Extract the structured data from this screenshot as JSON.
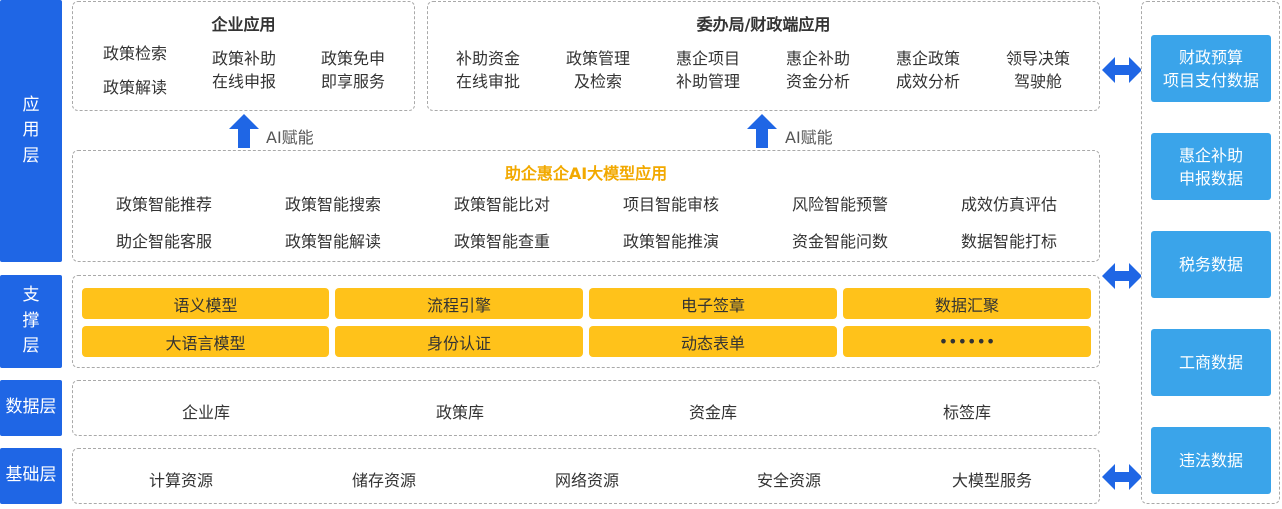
{
  "layers": {
    "app": "应用层",
    "support": "支撑层",
    "data": "数据层",
    "base": "基础层"
  },
  "enterprise": {
    "title": "企业应用",
    "items": [
      [
        "政策检索",
        "政策解读"
      ],
      [
        "政策补助",
        "在线申报"
      ],
      [
        "政策免申",
        "即享服务"
      ]
    ]
  },
  "bureau": {
    "title": "委办局/财政端应用",
    "items": [
      [
        "补助资金",
        "在线审批"
      ],
      [
        "政策管理",
        "及检索"
      ],
      [
        "惠企项目",
        "补助管理"
      ],
      [
        "惠企补助",
        "资金分析"
      ],
      [
        "惠企政策",
        "成效分析"
      ],
      [
        "领导决策",
        "驾驶舱"
      ]
    ]
  },
  "ai_enable_label": "AI赋能",
  "ai_app": {
    "title": "助企惠企AI大模型应用",
    "row1": [
      "政策智能推荐",
      "政策智能搜索",
      "政策智能比对",
      "项目智能审核",
      "风险智能预警",
      "成效仿真评估"
    ],
    "row2": [
      "助企智能客服",
      "政策智能解读",
      "政策智能查重",
      "政策智能推演",
      "资金智能问数",
      "数据智能打标"
    ]
  },
  "support": {
    "row1": [
      "语义模型",
      "流程引擎",
      "电子签章",
      "数据汇聚"
    ],
    "row2": [
      "大语言模型",
      "身份认证",
      "动态表单",
      "••••••"
    ]
  },
  "data_layer": [
    "企业库",
    "政策库",
    "资金库",
    "标签库"
  ],
  "base_layer": [
    "计算资源",
    "储存资源",
    "网络资源",
    "安全资源",
    "大模型服务"
  ],
  "right_sources": [
    [
      "财政预算",
      "项目支付数据"
    ],
    [
      "惠企补助",
      "申报数据"
    ],
    [
      "税务数据"
    ],
    [
      "工商数据"
    ],
    [
      "违法数据"
    ]
  ],
  "colors": {
    "layer_blue": "#1f66e5",
    "card_blue": "#3aa4ea",
    "support_yellow": "#ffc21a",
    "ai_title_orange": "#f2a900",
    "arrow_blue": "#1f66e5"
  }
}
